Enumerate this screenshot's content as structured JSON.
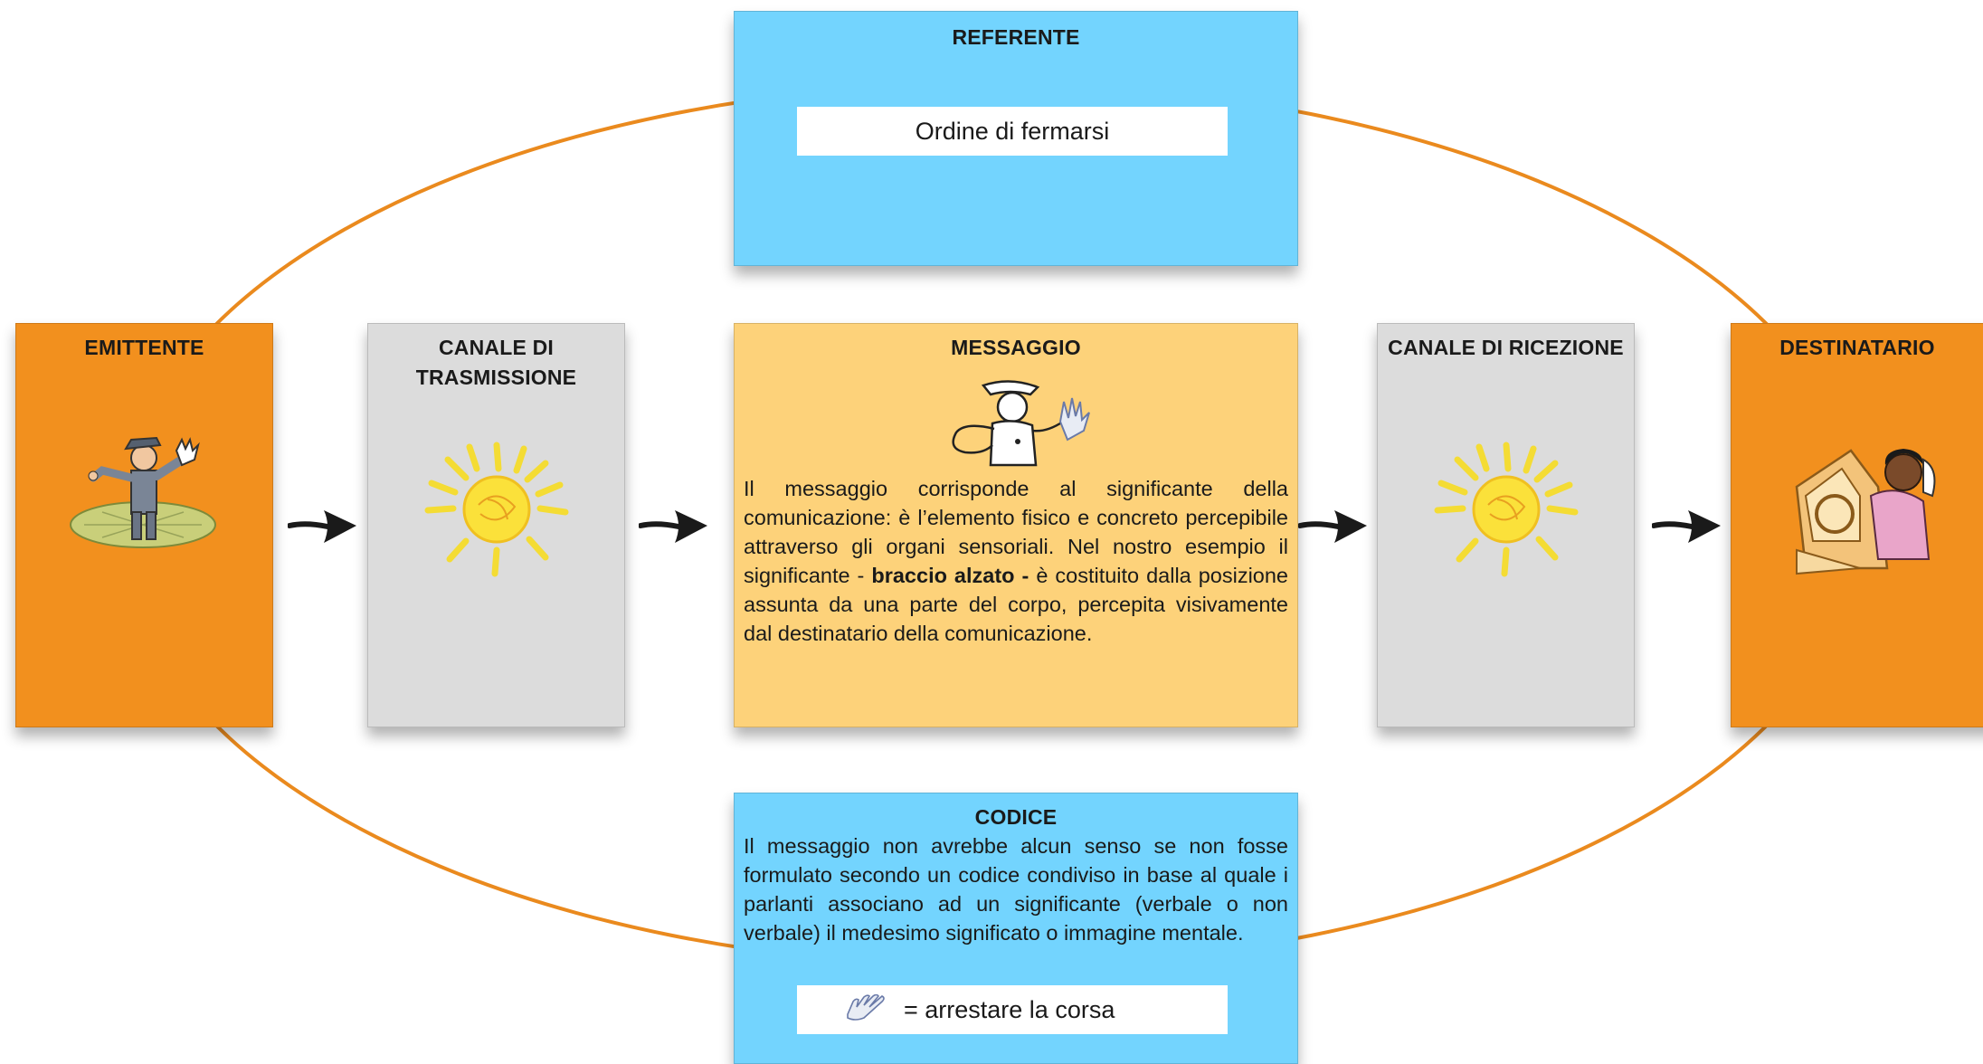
{
  "colors": {
    "emitter_receiver": "#f2901e",
    "channel": "#dcdcdc",
    "message": "#fdd27a",
    "referent_code": "#73d4fe",
    "ellipse": "#ea8a1e"
  },
  "emittente": {
    "title": "EMITTENTE",
    "illustration": "police-officer-stop-gesture"
  },
  "canale_trasmissione": {
    "title_line1": "CANALE DI",
    "title_line2": "TRASMISSIONE",
    "icon": "sun-icon"
  },
  "messaggio": {
    "title": "MESSAGGIO",
    "illustration": "police-officer-raised-hand",
    "text_before": "Il messaggio corrisponde al significante della comunicazione: è l’elemento fisico e concreto percepibile attraverso gli organi sensoriali. Nel nostro esempio il significante - ",
    "text_bold": "braccio alzato -",
    "text_after": " è costituito dalla posizione assunta da una parte del corpo, percepita visivamente dal destinatario  della comunicazione."
  },
  "canale_ricezione": {
    "title": "CANALE DI RICEZIONE",
    "icon": "sun-icon"
  },
  "destinatario": {
    "title": "DESTINATARIO",
    "illustration": "woman-driving-car"
  },
  "referente": {
    "title": "REFERENTE",
    "value": "Ordine di fermarsi"
  },
  "codice": {
    "title": "CODICE",
    "text": "Il messaggio non avrebbe alcun senso se non fosse formulato secondo un codice condiviso in base al quale i parlanti associano ad un significante (verbale o non verbale) il medesimo significato o immagine mentale.",
    "legend_icon": "raised-hand-icon",
    "legend_text": "= arrestare la corsa"
  }
}
